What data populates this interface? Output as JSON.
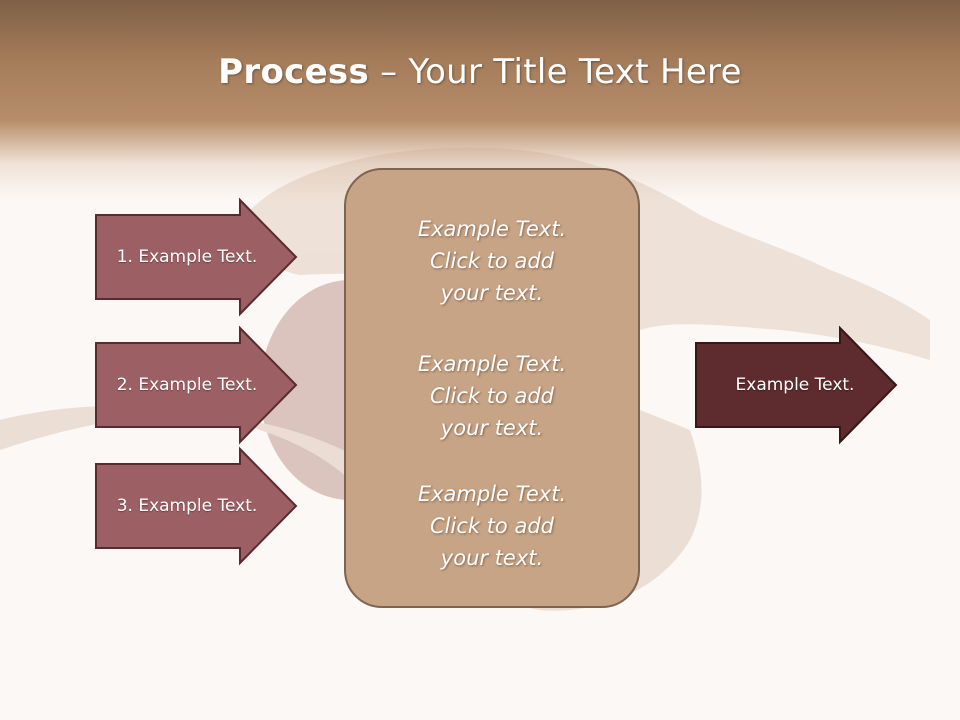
{
  "title": {
    "bold": "Process",
    "rest": " – Your Title Text Here"
  },
  "inputs": [
    {
      "label": "1. Example Text."
    },
    {
      "label": "2. Example Text."
    },
    {
      "label": "3. Example Text."
    }
  ],
  "center_blocks": [
    {
      "lines": [
        "Example Text.",
        "Click  to add",
        "your text."
      ]
    },
    {
      "lines": [
        "Example Text.",
        "Click  to add",
        "your text."
      ]
    },
    {
      "lines": [
        "Example Text.",
        "Click  to add",
        "your text."
      ]
    }
  ],
  "output": {
    "label": "Example Text."
  },
  "colors": {
    "input_arrow_fill": "#9b5f64",
    "input_arrow_stroke": "#5a2a2e",
    "output_arrow_fill": "#5e2b2e",
    "center_fill": "#c8a486",
    "center_stroke": "#7d6350"
  }
}
